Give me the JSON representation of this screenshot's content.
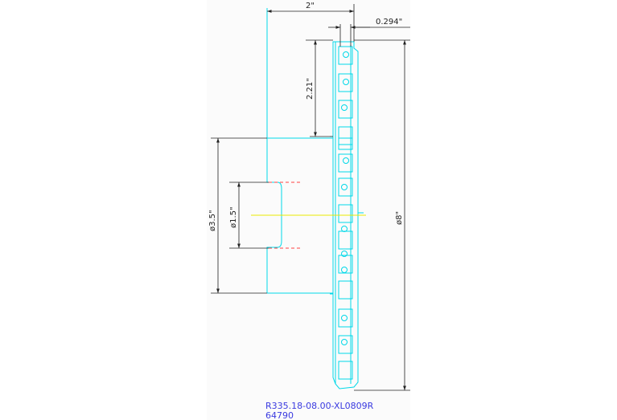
{
  "drawing": {
    "dimensions": {
      "width_top": "2\"",
      "width_edge": "0.294\"",
      "pitch": "2.21\"",
      "diameter_outer": "ø8\"",
      "diameter_hub": "ø3.5\"",
      "diameter_bore": "ø1.5\""
    },
    "caption": {
      "part_number": "R335.18-08.00-XL0809R",
      "code": "64790"
    }
  },
  "colors": {
    "outline": "#00d8e8",
    "dimension": "#222222",
    "centerline": "#e8e800",
    "hidden": "#ff4040",
    "caption": "#3a3ae0"
  }
}
